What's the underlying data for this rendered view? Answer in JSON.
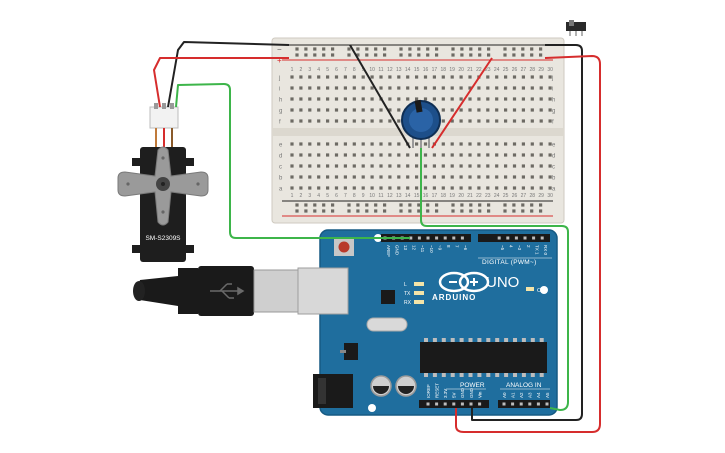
{
  "breadboard": {
    "row_letters_top": [
      "j",
      "i",
      "h",
      "g",
      "f"
    ],
    "row_letters_bottom": [
      "e",
      "d",
      "c",
      "b",
      "a"
    ],
    "column_numbers": [
      "1",
      "2",
      "3",
      "4",
      "5",
      "6",
      "7",
      "8",
      "9",
      "10",
      "11",
      "12",
      "13",
      "14",
      "15",
      "16",
      "17",
      "18",
      "19",
      "20",
      "21",
      "22",
      "23",
      "24",
      "25",
      "26",
      "27",
      "28",
      "29",
      "30"
    ],
    "rail_minus": "−",
    "rail_plus": "+"
  },
  "servo": {
    "model_label": "SM-S2309S"
  },
  "arduino": {
    "logo_text": "ARDUINO",
    "model_text": "UNO",
    "digital_header_label": "DIGITAL (PWM~)",
    "power_header_label": "POWER",
    "analog_header_label": "ANALOG IN",
    "on_led_label": "ON",
    "led_labels": [
      "L",
      "TX",
      "RX"
    ],
    "digital_pin_labels": [
      "AREF",
      "GND",
      "13",
      "12",
      "~11",
      "~10",
      "~9",
      "8",
      "7",
      "~6",
      "~5",
      "4",
      "~3",
      "2",
      "TX 1",
      "RX 0"
    ],
    "power_pin_labels": [
      "IOREF",
      "RESET",
      "3.3V",
      "5V",
      "GND",
      "GND",
      "Vin"
    ],
    "analog_pin_labels": [
      "A0",
      "A1",
      "A2",
      "A3",
      "A4",
      "A5"
    ]
  },
  "colors": {
    "wire_red": "#d62d2d",
    "wire_black": "#222222",
    "wire_green": "#3db54a",
    "board_blue": "#1f6e9e",
    "breadboard_body": "#e9e6df"
  }
}
